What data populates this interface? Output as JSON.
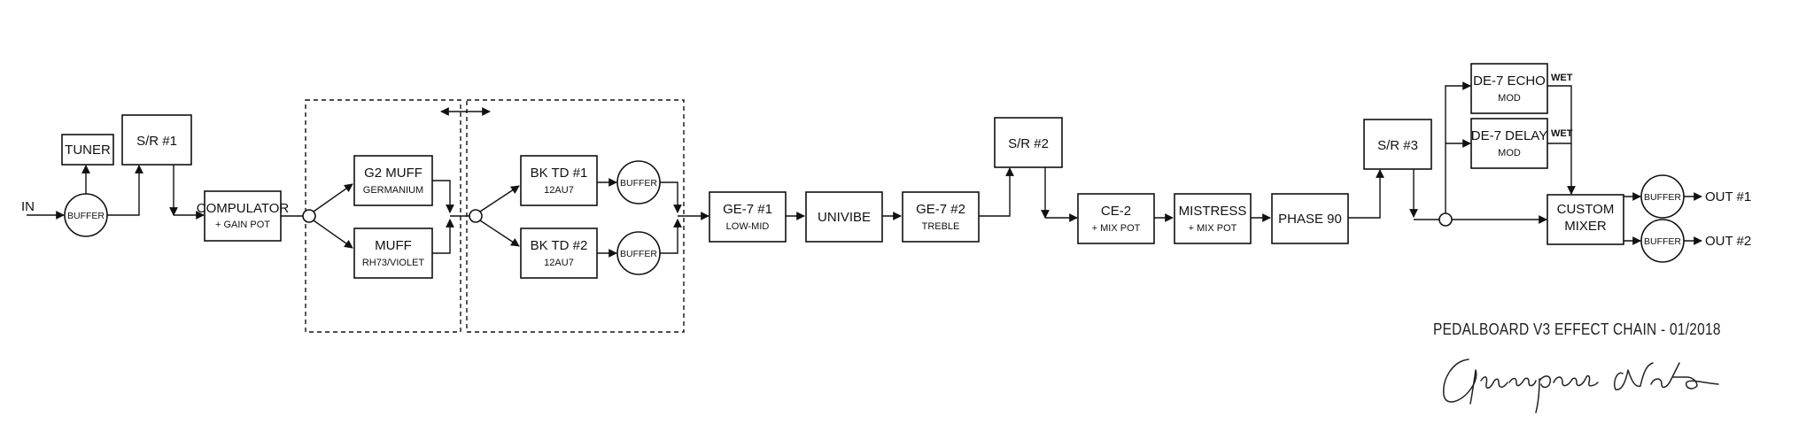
{
  "io": {
    "in_label": "IN",
    "out1_label": "OUT #1",
    "out2_label": "OUT #2"
  },
  "blocks": {
    "buffer_in": "BUFFER",
    "tuner": "TUNER",
    "sr1": "S/R #1",
    "compulator": {
      "title": "COMPULATOR",
      "sub": "+ GAIN POT"
    },
    "g2_muff": {
      "title": "G2 MUFF",
      "sub": "GERMANIUM"
    },
    "muff": {
      "title": "MUFF",
      "sub": "RH73/VIOLET"
    },
    "bk_td1": {
      "title": "BK TD #1",
      "sub": "12AU7"
    },
    "bk_td2": {
      "title": "BK TD #2",
      "sub": "12AU7"
    },
    "buffer_td1": "BUFFER",
    "buffer_td2": "BUFFER",
    "ge7_1": {
      "title": "GE-7 #1",
      "sub": "LOW-MID"
    },
    "univibe": "UNIVIBE",
    "ge7_2": {
      "title": "GE-7 #2",
      "sub": "TREBLE"
    },
    "sr2": "S/R #2",
    "ce2": {
      "title": "CE-2",
      "sub": "+ MIX POT"
    },
    "mistress": {
      "title": "MISTRESS",
      "sub": "+ MIX POT"
    },
    "phase90": "PHASE 90",
    "sr3": "S/R #3",
    "de7_echo": {
      "title": "DE-7 ECHO",
      "sub": "MOD"
    },
    "de7_delay": {
      "title": "DE-7 DELAY",
      "sub": "MOD"
    },
    "wet1": "WET",
    "wet2": "WET",
    "custom_mixer": {
      "line1": "CUSTOM",
      "line2": "MIXER"
    },
    "buffer_out1": "BUFFER",
    "buffer_out2": "BUFFER"
  },
  "caption": "PEDALBOARD V3 EFFECT CHAIN - 01/2018",
  "signature_text": "Giampaolo Noto"
}
